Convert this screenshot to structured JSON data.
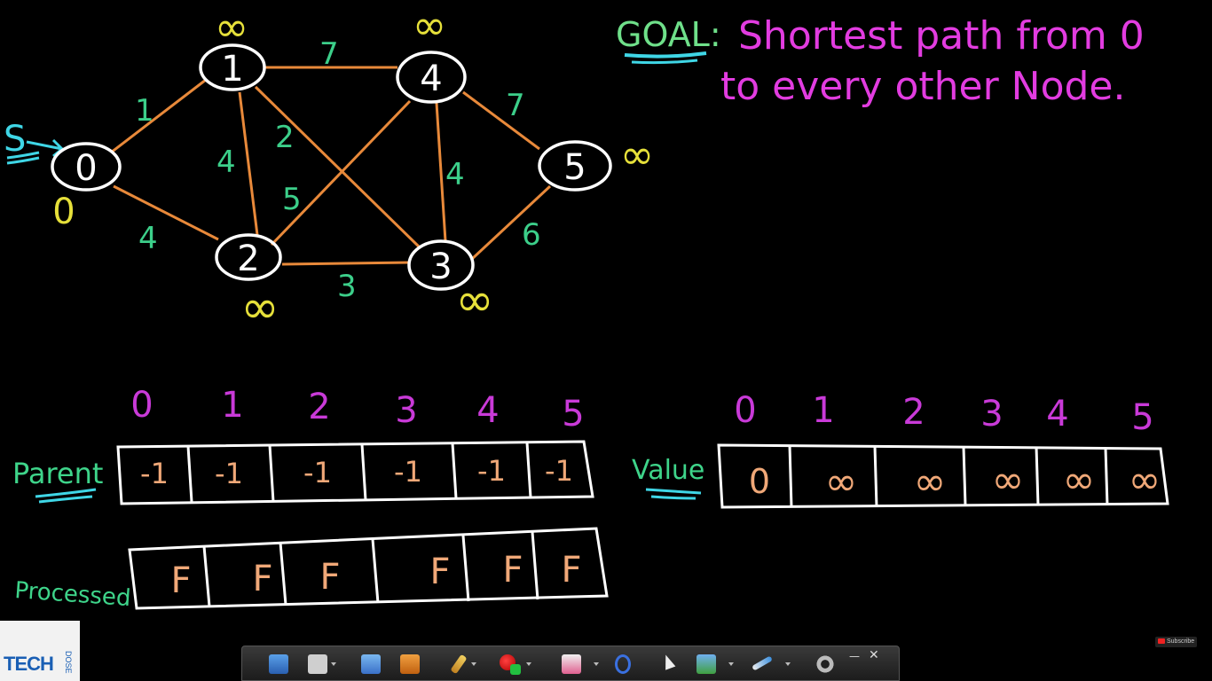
{
  "goal": {
    "label": "GOAL:",
    "line1": "Shortest path from 0",
    "line2": "to every other Node."
  },
  "source_label": "S",
  "graph": {
    "nodes": [
      {
        "id": "0",
        "dist": "0"
      },
      {
        "id": "1",
        "dist": "∞"
      },
      {
        "id": "2",
        "dist": "∞"
      },
      {
        "id": "3",
        "dist": "∞"
      },
      {
        "id": "4",
        "dist": "∞"
      },
      {
        "id": "5",
        "dist": "∞"
      }
    ],
    "edges": [
      {
        "from": "0",
        "to": "1",
        "weight": "1"
      },
      {
        "from": "0",
        "to": "2",
        "weight": "4"
      },
      {
        "from": "1",
        "to": "2",
        "weight": "4"
      },
      {
        "from": "1",
        "to": "4",
        "weight": "7"
      },
      {
        "from": "1",
        "to": "3",
        "weight": "2"
      },
      {
        "from": "2",
        "to": "4",
        "weight": "5"
      },
      {
        "from": "2",
        "to": "3",
        "weight": "3"
      },
      {
        "from": "4",
        "to": "3",
        "weight": "4"
      },
      {
        "from": "4",
        "to": "5",
        "weight": "7"
      },
      {
        "from": "3",
        "to": "5",
        "weight": "6"
      }
    ]
  },
  "parent_array": {
    "label": "Parent",
    "indices": [
      "0",
      "1",
      "2",
      "3",
      "4",
      "5"
    ],
    "values": [
      "-1",
      "-1",
      "-1",
      "-1",
      "-1",
      "-1"
    ]
  },
  "processed_array": {
    "label": "Processed",
    "values": [
      "F",
      "F",
      "F",
      "F",
      "F",
      "F"
    ]
  },
  "value_array": {
    "label": "Value",
    "indices": [
      "0",
      "1",
      "2",
      "3",
      "4",
      "5"
    ],
    "values": [
      "0",
      "∞",
      "∞",
      "∞",
      "∞",
      "∞"
    ]
  },
  "logo": {
    "text": "TECH",
    "sub": "DOSE"
  },
  "subscribe_label": "Subscribe",
  "colors": {
    "background": "#000000",
    "node": "#ffffff",
    "edge": "#e8893a",
    "weight": "#3ccf8a",
    "dist": "#e6e03a",
    "goal_label": "#6fe08a",
    "goal_text": "#e23ce0",
    "index": "#c93ad8",
    "cell_value": "#f0a878",
    "array_label": "#3ed48a",
    "underline": "#3fd6e6"
  }
}
